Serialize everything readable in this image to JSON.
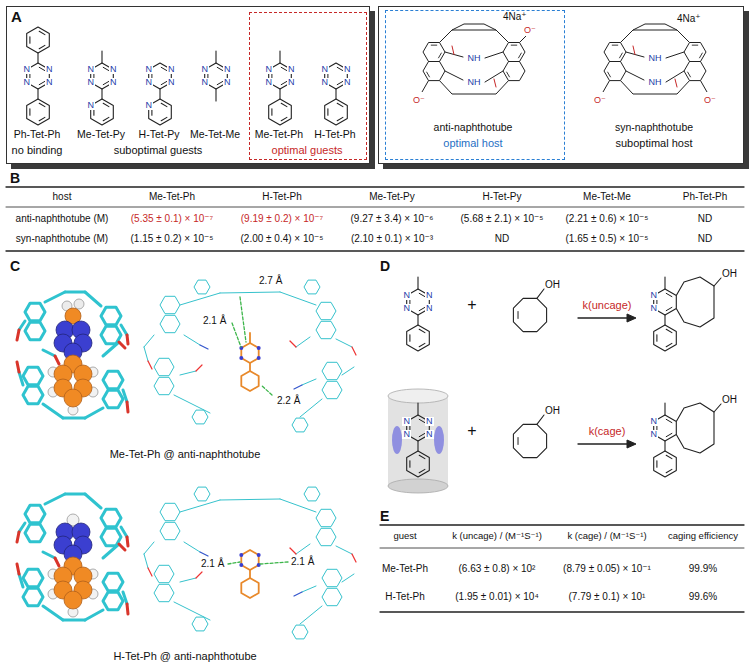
{
  "diagram": {
    "nodes": [
      {
        "text": [
          "A",
          "Ph-Tet-Ph",
          "Me-Tet-Py",
          "H-Tet-Py",
          "Me-Tet-Me",
          "no binding",
          "suboptimal guests"
        ]
      },
      {
        "text": [
          "Me-Tet-Ph",
          "H-Tet-Ph",
          "optimal guests"
        ],
        "in": 0
      },
      {
        "text": [
          "4Na⁺",
          "syn-naphthotube",
          "suboptimal host"
        ]
      },
      {
        "text": [
          "4Na⁺",
          "anti-naphthotube",
          "optimal host"
        ],
        "in": 2
      }
    ],
    "labels": [
      "N",
      "N",
      "N",
      "N",
      "N",
      "N",
      "N",
      "N",
      "N",
      "N",
      "N",
      "N",
      "N",
      "N",
      "N",
      "N",
      "N",
      "N",
      "N",
      "N",
      "N",
      "N",
      "N",
      "N",
      "N",
      "N",
      "NH",
      "NH",
      "O⁻",
      "O⁻",
      "NH",
      "NH",
      "O⁻",
      "O⁻",
      "B",
      "host",
      "Me-Tet-Ph",
      "H-Tet-Ph",
      "Me-Tet-Py",
      "H-Tet-Py",
      "Me-Tet-Me",
      "Ph-Tet-Ph",
      "anti-naphthotube (M)",
      "(5.35 ± 0.1) × 10⁻⁷",
      "(9.19 ± 0.2) × 10⁻⁷",
      "(9.27 ± 3.4) × 10⁻⁶",
      "(5.68 ± 2.1) × 10⁻⁵",
      "(2.21 ± 0.6) × 10⁻⁵",
      "ND",
      "syn-naphthotube (M)",
      "(1.15 ± 0.2) × 10⁻⁵",
      "(2.00 ± 0.4) × 10⁻⁵",
      "(2.10 ± 0.1) × 10⁻³",
      "ND",
      "(1.65 ± 0.5) × 10⁻⁵",
      "ND",
      "C",
      "2.7 Å",
      "2.1 Å",
      "2.2 Å",
      "Me-Tet-Ph @ anti-naphthotube",
      "2.1 Å",
      "2.1 Å",
      "H-Tet-Ph @ anti-naphthotube",
      "D",
      "N",
      "N",
      "N",
      "N",
      "+",
      "OH",
      "k(uncage)",
      "N",
      "N",
      "OH",
      "N",
      "N",
      "N",
      "N",
      "+",
      "OH",
      "k(cage)",
      "N",
      "N",
      "OH",
      "E",
      "guest",
      "k (uncage) / (M⁻¹S⁻¹)",
      "k (cage) / (M⁻¹S⁻¹)",
      "caging efficiency",
      "Me-Tet-Ph",
      "(6.63 ± 0.8) × 10²",
      "(8.79 ± 0.05) × 10⁻¹",
      "99.9%",
      "H-Tet-Ph",
      "(1.95 ± 0.01) × 10⁴",
      "(7.79 ± 0.1) × 10¹",
      "99.6%"
    ]
  }
}
